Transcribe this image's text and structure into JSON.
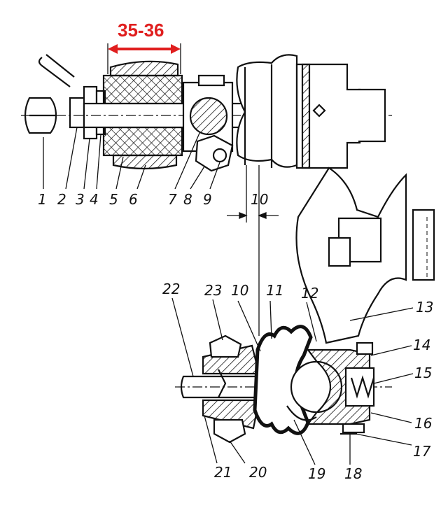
{
  "diagram": {
    "dimension_top": "35-36",
    "dimension_mid": "10",
    "colors": {
      "ink": "#111111",
      "accent_red": "#e01e1e",
      "paper": "#ffffff"
    },
    "part_labels": [
      "1",
      "2",
      "3",
      "4",
      "5",
      "6",
      "7",
      "8",
      "9",
      "10",
      "11",
      "12",
      "13",
      "14",
      "15",
      "16",
      "17",
      "18",
      "19",
      "20",
      "21",
      "22",
      "23"
    ]
  }
}
